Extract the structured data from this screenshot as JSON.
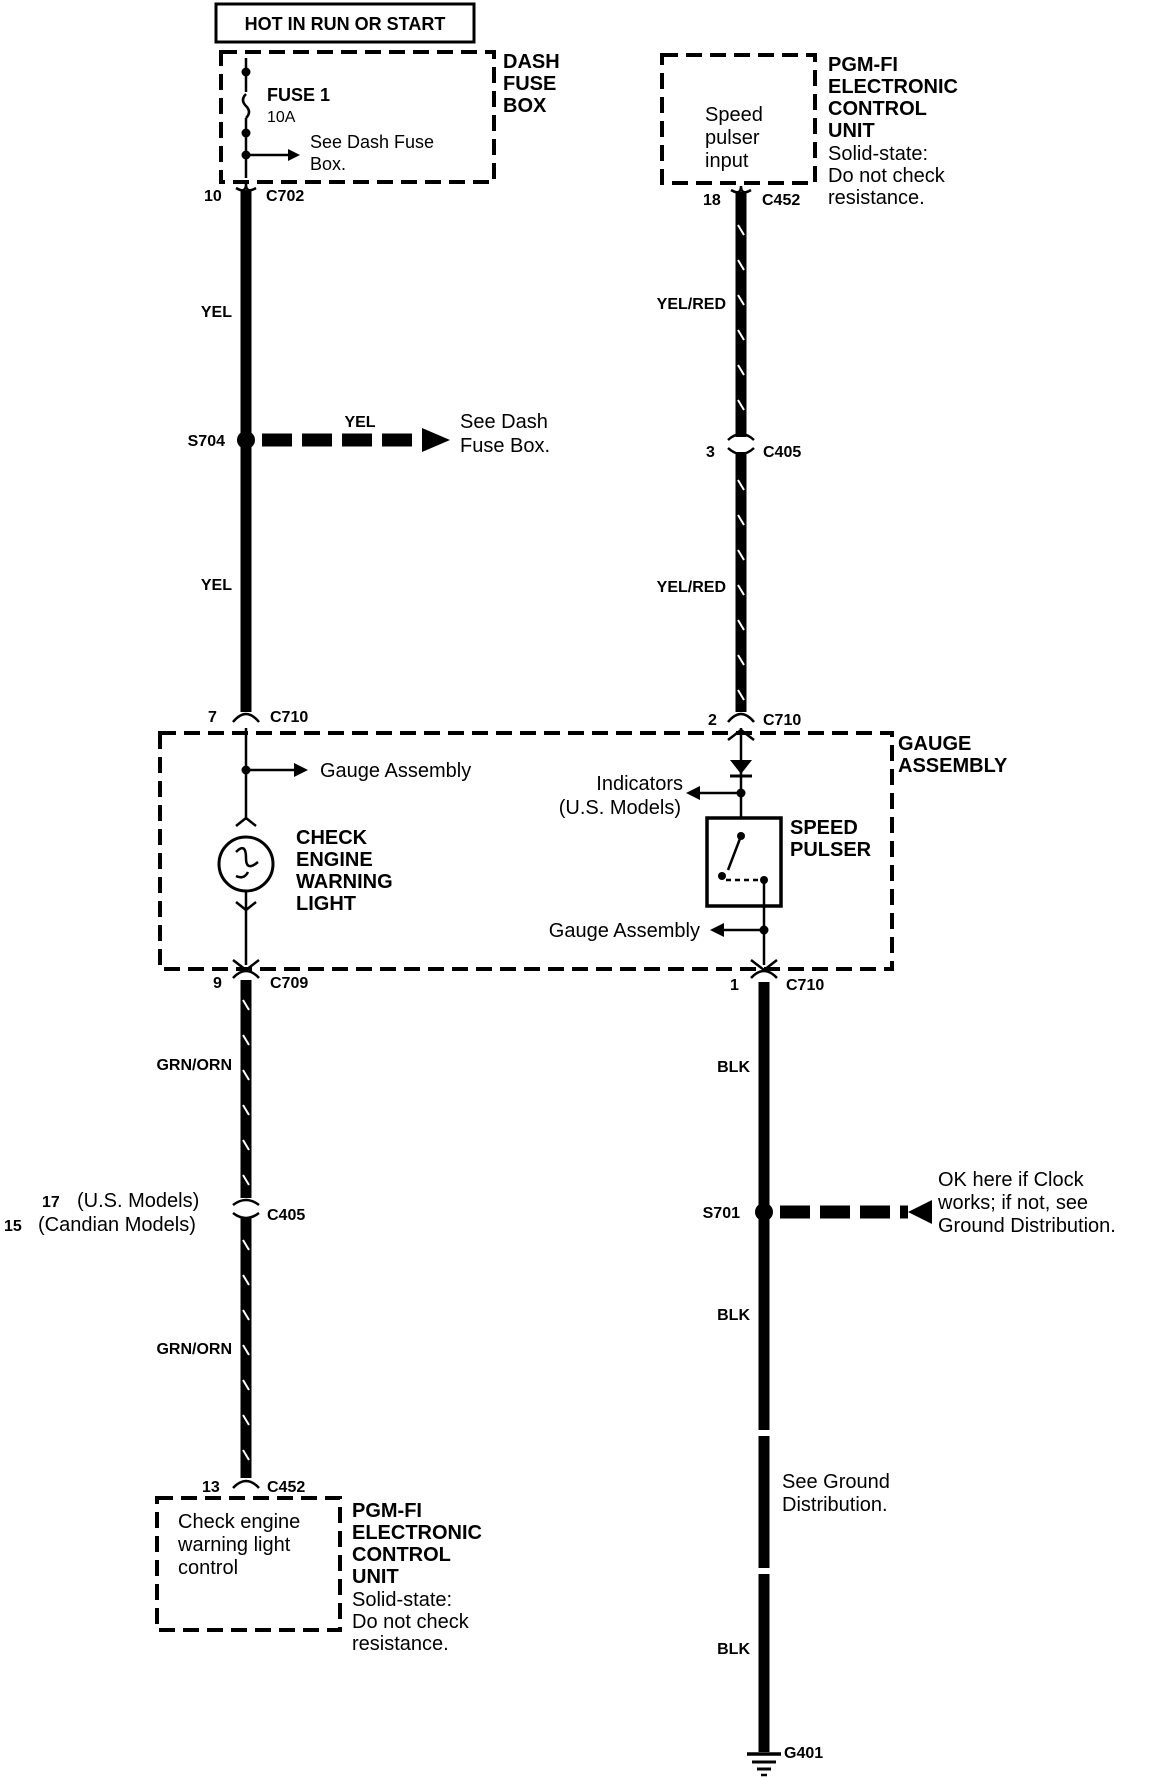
{
  "power_source": "HOT IN RUN OR START",
  "dash_fuse_box": {
    "title": [
      "DASH",
      "FUSE",
      "BOX"
    ],
    "fuse_name": "FUSE 1",
    "fuse_rating": "10A",
    "note": [
      "See Dash Fuse",
      "Box."
    ]
  },
  "ecu_top": {
    "title": [
      "PGM-FI",
      "ELECTRONIC",
      "CONTROL",
      "UNIT"
    ],
    "note": [
      "Solid-state:",
      "Do not check",
      "resistance."
    ],
    "terminal_label": [
      "Speed",
      "pulser",
      "input"
    ]
  },
  "ecu_bottom": {
    "title": [
      "PGM-FI",
      "ELECTRONIC",
      "CONTROL",
      "UNIT"
    ],
    "note": [
      "Solid-state:",
      "Do not check",
      "resistance."
    ],
    "terminal_label": [
      "Check engine",
      "warning light",
      "control"
    ]
  },
  "gauge_assembly": {
    "title": [
      "GAUGE",
      "ASSEMBLY"
    ],
    "branch_label": "Gauge Assembly",
    "branch_label_2": "Gauge Assembly",
    "indicators": [
      "Indicators",
      "(U.S. Models)"
    ],
    "check_engine": [
      "CHECK",
      "ENGINE",
      "WARNING",
      "LIGHT"
    ],
    "speed_pulser": [
      "SPEED",
      "PULSER"
    ]
  },
  "connectors": {
    "c702": {
      "pin": "10",
      "name": "C702"
    },
    "c452_top": {
      "pin": "18",
      "name": "C452"
    },
    "c405_right": {
      "pin": "3",
      "name": "C405"
    },
    "c710_left": {
      "pin": "7",
      "name": "C710"
    },
    "c710_right": {
      "pin": "2",
      "name": "C710"
    },
    "c709": {
      "pin": "9",
      "name": "C709"
    },
    "c710_bottom": {
      "pin": "1",
      "name": "C710"
    },
    "c405_left": {
      "pin_us": "17",
      "label_us": "(U.S. Models)",
      "pin_ca": "15",
      "label_ca": "(Candian Models)",
      "name": "C405"
    },
    "c452_bottom": {
      "pin": "13",
      "name": "C452"
    }
  },
  "splices": {
    "s704": {
      "name": "S704",
      "wire": "YEL",
      "note": [
        "See Dash",
        "Fuse Box."
      ]
    },
    "s701": {
      "name": "S701",
      "note": [
        "OK here if Clock",
        "works; if not, see",
        "Ground Distribution."
      ]
    }
  },
  "wire_colors": {
    "yel_1": "YEL",
    "yel_2": "YEL",
    "yelred_1": "YEL/RED",
    "yelred_2": "YEL/RED",
    "grnorn_1": "GRN/ORN",
    "grnorn_2": "GRN/ORN",
    "blk_1": "BLK",
    "blk_2": "BLK",
    "blk_3": "BLK"
  },
  "ground": {
    "name": "G401",
    "note": [
      "See Ground",
      "Distribution."
    ]
  }
}
